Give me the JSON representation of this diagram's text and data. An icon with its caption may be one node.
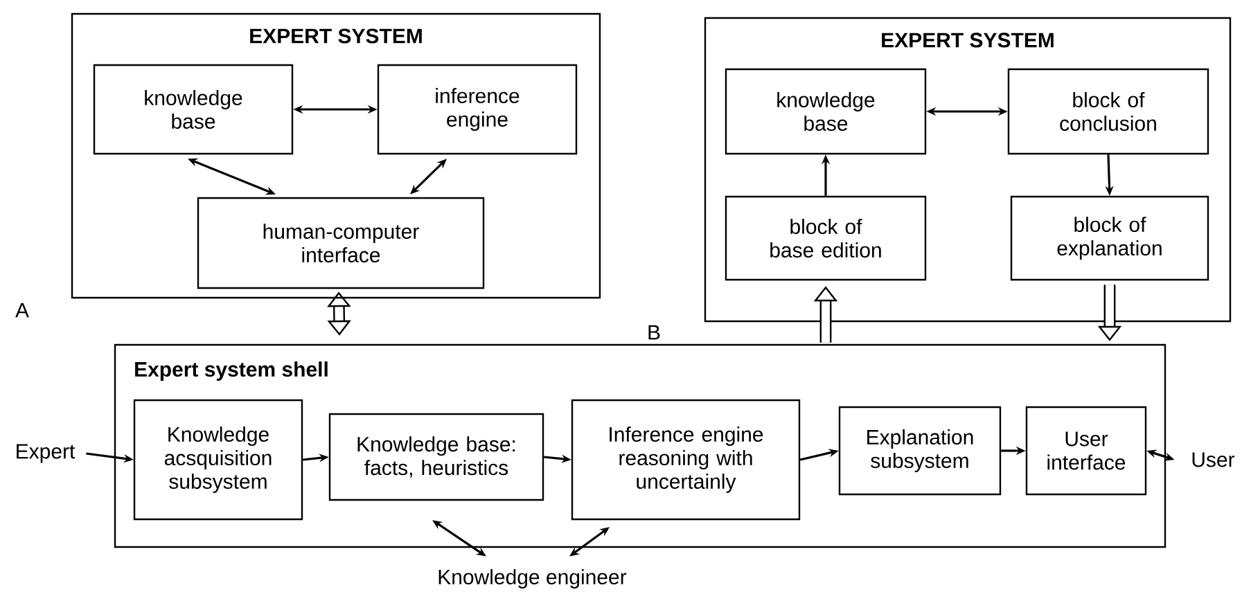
{
  "diagram": {
    "nodes": [
      {
        "text": [
          "EXPERT SYSTEM"
        ]
      },
      {
        "text": [
          "knowledge base"
        ],
        "in": 0
      },
      {
        "text": [
          "inference engine"
        ],
        "in": 0
      },
      {
        "text": [
          "human-computer interface"
        ],
        "in": 0
      },
      {
        "text": [
          "EXPERT SYSTEM"
        ]
      },
      {
        "text": [
          "knowledge base"
        ],
        "in": 4
      },
      {
        "text": [
          "block of conclusion"
        ],
        "in": 4
      },
      {
        "text": [
          "block of base edition"
        ],
        "in": 4
      },
      {
        "text": [
          "block of explanation"
        ],
        "in": 4
      },
      {
        "text": [
          "Expert system shell"
        ]
      },
      {
        "text": [
          "Knowledge acsquisition subsystem"
        ],
        "in": 9
      },
      {
        "text": [
          "Knowledge base: facts, heuristics"
        ],
        "in": 9
      },
      {
        "text": [
          "Inference engine reasoning with uncertainly"
        ],
        "in": 9
      },
      {
        "text": [
          "Explanation subsystem"
        ],
        "in": 9
      },
      {
        "text": [
          "User interface"
        ],
        "in": 9
      },
      {
        "text": [
          "Expert"
        ]
      },
      {
        "text": [
          "User"
        ]
      },
      {
        "text": [
          "Knowledge engineer"
        ]
      }
    ],
    "edges": [
      {
        "from": 1,
        "to": 2,
        "arrow": "both"
      },
      {
        "from": 1,
        "to": 3,
        "arrow": "both"
      },
      {
        "from": 2,
        "to": 3,
        "arrow": "both"
      },
      {
        "from": 0,
        "to": 9,
        "arrow": "both",
        "style": "thick"
      },
      {
        "from": 5,
        "to": 6,
        "arrow": "both"
      },
      {
        "from": 7,
        "to": 5,
        "arrow": "to"
      },
      {
        "from": 6,
        "to": 8,
        "arrow": "to"
      },
      {
        "from": 9,
        "to": 7,
        "arrow": "to",
        "style": "thick"
      },
      {
        "from": 8,
        "to": 9,
        "arrow": "to",
        "style": "thick"
      },
      {
        "from": 15,
        "to": 10,
        "arrow": "to"
      },
      {
        "from": 10,
        "to": 11,
        "arrow": "to"
      },
      {
        "from": 11,
        "to": 12,
        "arrow": "to"
      },
      {
        "from": 12,
        "to": 13,
        "arrow": "to"
      },
      {
        "from": 13,
        "to": 14,
        "arrow": "to"
      },
      {
        "from": 14,
        "to": 16,
        "arrow": "both"
      },
      {
        "from": 17,
        "to": 11,
        "arrow": "both"
      },
      {
        "from": 17,
        "to": 12,
        "arrow": "both"
      }
    ],
    "labels": [
      "A",
      "B"
    ]
  }
}
